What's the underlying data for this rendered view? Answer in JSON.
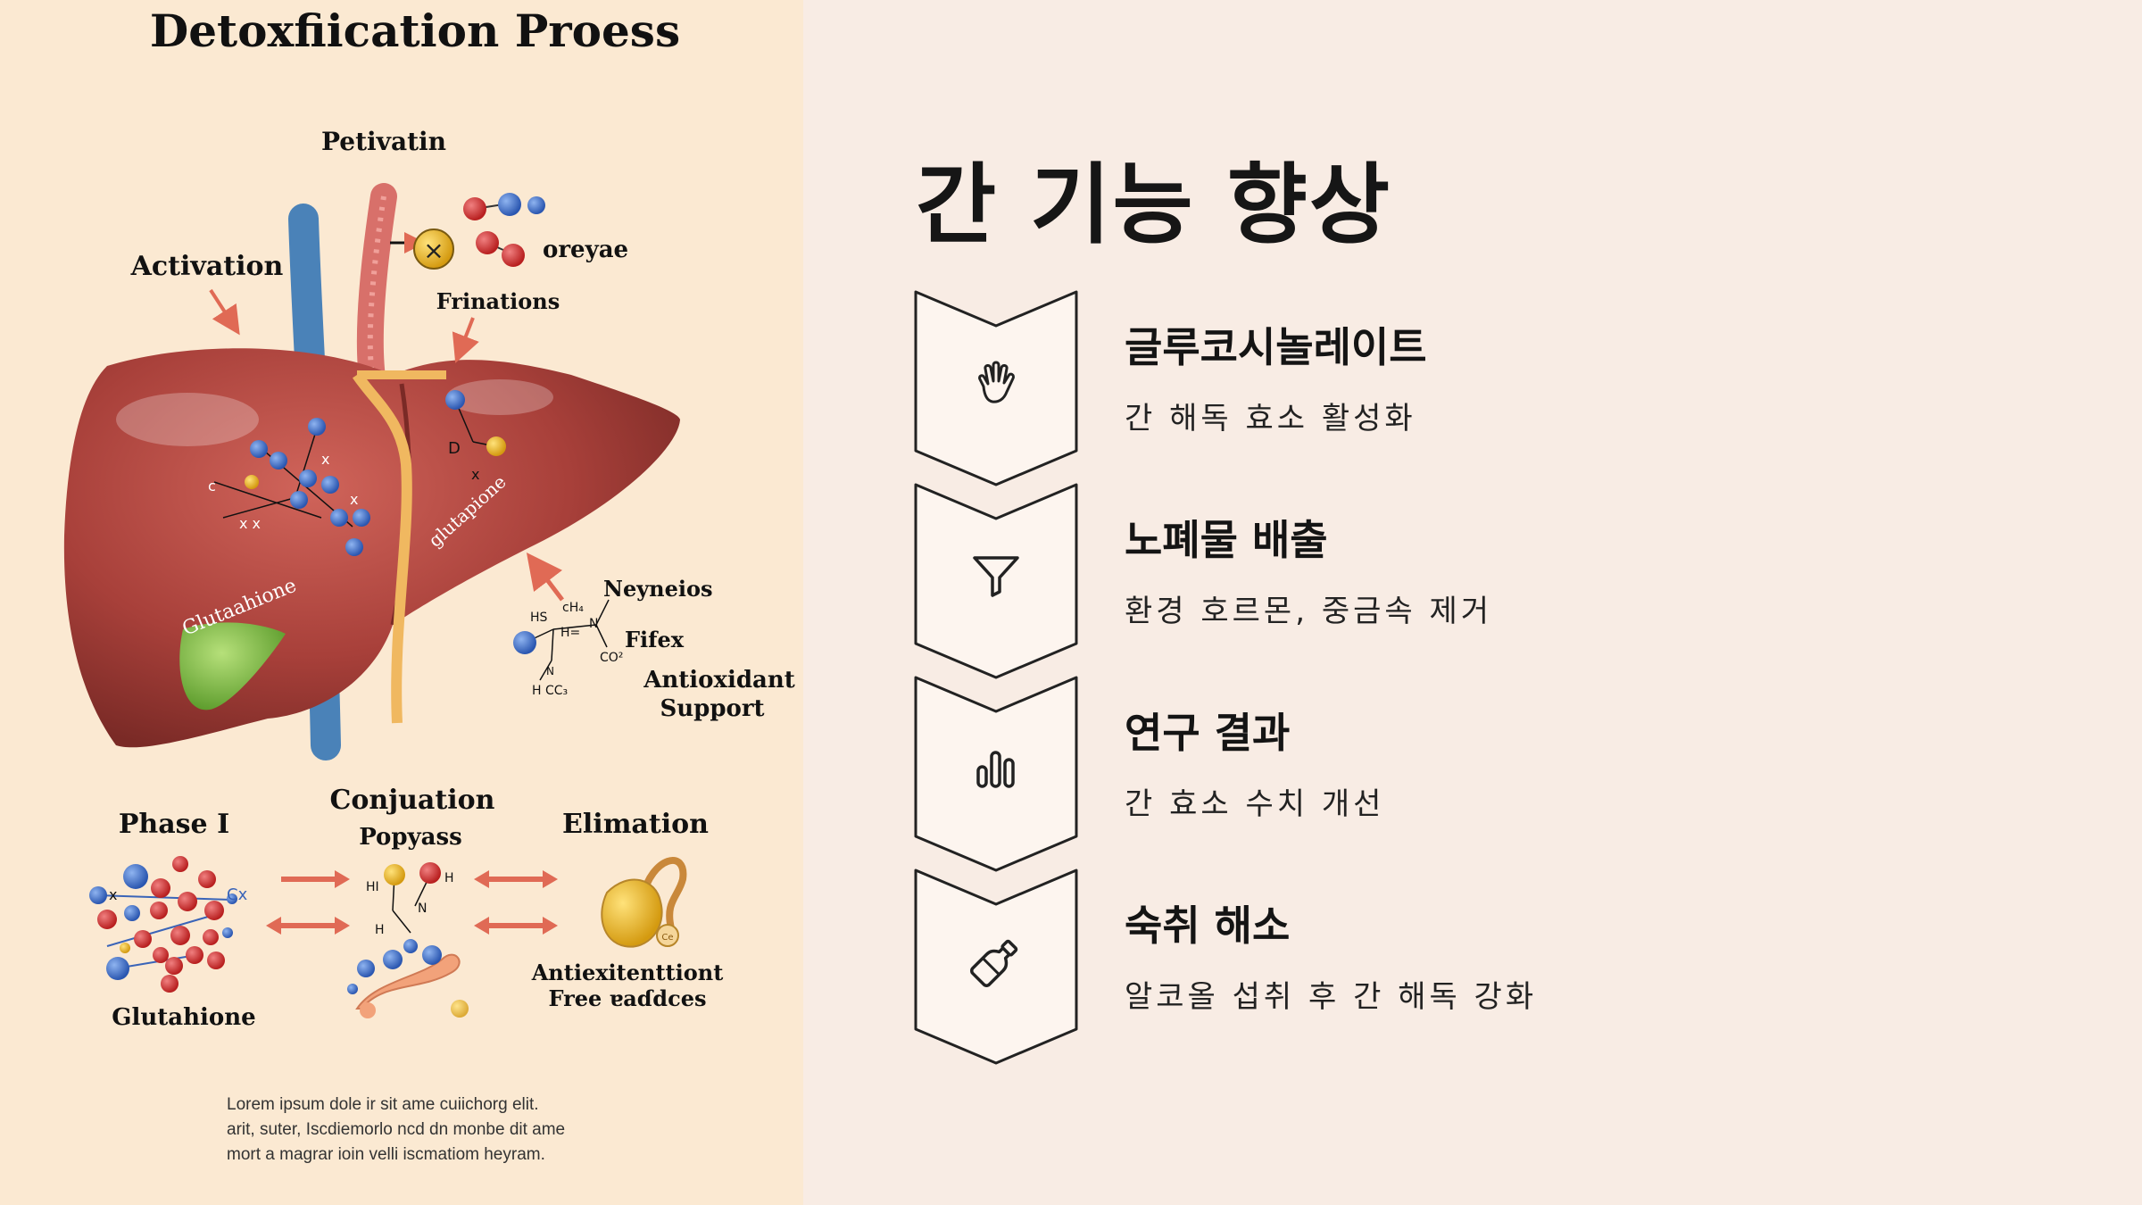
{
  "illustration": {
    "title": "Detoxfiication Proess",
    "labels": {
      "petivatin": "Petivatin",
      "activation": "Activation",
      "oreyae": "oreyae",
      "frinations": "Frinations",
      "glutahione_liver": "Glutaahione",
      "glutapione": "glutapione",
      "neyneios": "Neyneios",
      "fifex": "Fifex",
      "antioxidant": "Antioxidant",
      "support": "Support",
      "phase1": "Phase I",
      "conjuation": "Conjuation",
      "popyass": "Popyass",
      "elimation": "Elimation",
      "glutahione": "Glutahione",
      "antiexitenttiont": "Antiexitenttiont",
      "free_radicals": "Free ɐaɗdces"
    },
    "lorem_lines": [
      "Lorem ipsum dole ir sit ame cuiichorg elit.",
      "arit, suter, Iscdiemorlo ncd dn monbe dit ame",
      "mort a magrar ioin velli iscmatiom heyram."
    ]
  },
  "slide": {
    "title": "간 기능 향상",
    "steps": [
      {
        "icon": "hand-icon",
        "title": "글루코시놀레이트",
        "description": "간 해독 효소 활성화"
      },
      {
        "icon": "filter-icon",
        "title": "노폐물 배출",
        "description": "환경 호르몬, 중금속 제거"
      },
      {
        "icon": "bar-chart-icon",
        "title": "연구 결과",
        "description": "간 효소 수치 개선"
      },
      {
        "icon": "bottle-icon",
        "title": "숙취 해소",
        "description": "알코올 섭취 후 간 해독 강화"
      }
    ]
  },
  "colors": {
    "left_background": "#fbe9d2",
    "right_background": "#f8ece4",
    "liver": "#a8403a",
    "arrow": "#e06a55",
    "text_dark": "#161616"
  }
}
